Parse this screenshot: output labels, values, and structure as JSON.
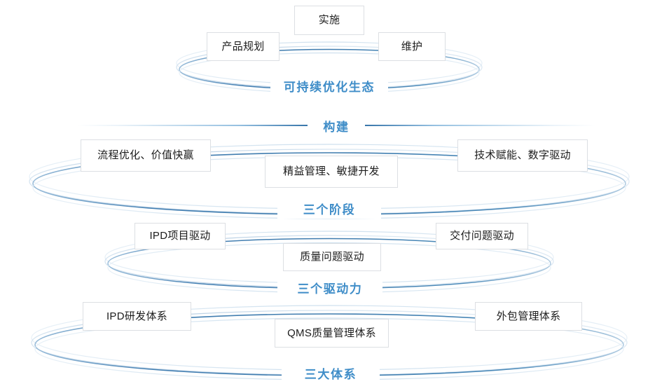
{
  "diagram": {
    "title_text": "",
    "accent_color": "#3f8dc8",
    "ring_outer_color": "#bcd3e6",
    "ring_inner_color": "#4a86b8",
    "box_border_color": "#dcdfe3",
    "box_text_color": "#1c1c1c",
    "background": "#ffffff"
  },
  "divider": {
    "label": "构建"
  },
  "tiers": [
    {
      "id": "tier-ecosystem",
      "label": "可持续优化生态",
      "boxes": [
        {
          "text": "产品规划"
        },
        {
          "text": "实施"
        },
        {
          "text": "维护"
        }
      ]
    },
    {
      "id": "tier-stages",
      "label": "三个阶段",
      "boxes": [
        {
          "text": "流程优化、价值快赢"
        },
        {
          "text": "精益管理、敏捷开发"
        },
        {
          "text": "技术赋能、数字驱动"
        }
      ]
    },
    {
      "id": "tier-drivers",
      "label": "三个驱动力",
      "boxes": [
        {
          "text": "IPD项目驱动"
        },
        {
          "text": "质量问题驱动"
        },
        {
          "text": "交付问题驱动"
        }
      ]
    },
    {
      "id": "tier-systems",
      "label": "三大体系",
      "boxes": [
        {
          "text": "IPD研发体系"
        },
        {
          "text": "QMS质量管理体系"
        },
        {
          "text": "外包管理体系"
        }
      ]
    }
  ]
}
